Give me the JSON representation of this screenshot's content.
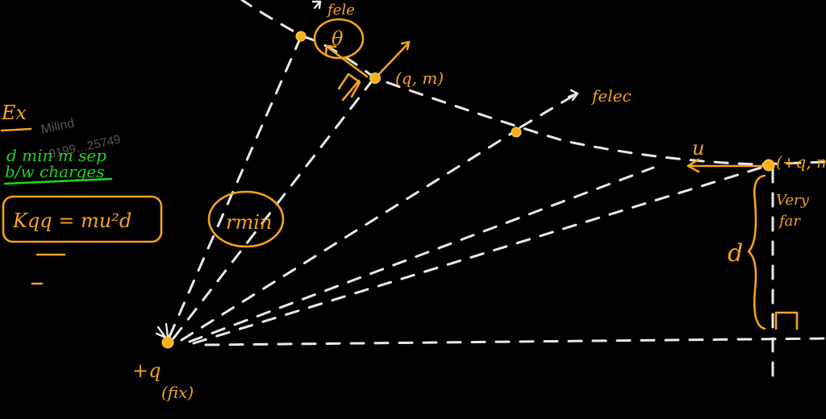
{
  "colors": {
    "background": "#000000",
    "ink": "#f6a21e",
    "highlight": "#1fd41f",
    "dashed": "#e9e9e9"
  },
  "notes": {
    "ex": "Ex",
    "green_line1": "d min m sep",
    "green_line2": "b/w charges",
    "equation": "Kqq = mu²d"
  },
  "watermark": {
    "name": "Milind",
    "number": "9199…25749"
  },
  "labels": {
    "f_elec_top": "fele",
    "theta": "θ",
    "charge_q_m": "(q, m)",
    "f_elec_mid": "felec",
    "r_min": "rmin",
    "u": "u",
    "charge_right": "(+q, m",
    "very_far_1": "Very",
    "very_far_2": "far",
    "d": "d",
    "plus_q": "+q",
    "fixed": "(fix)"
  }
}
